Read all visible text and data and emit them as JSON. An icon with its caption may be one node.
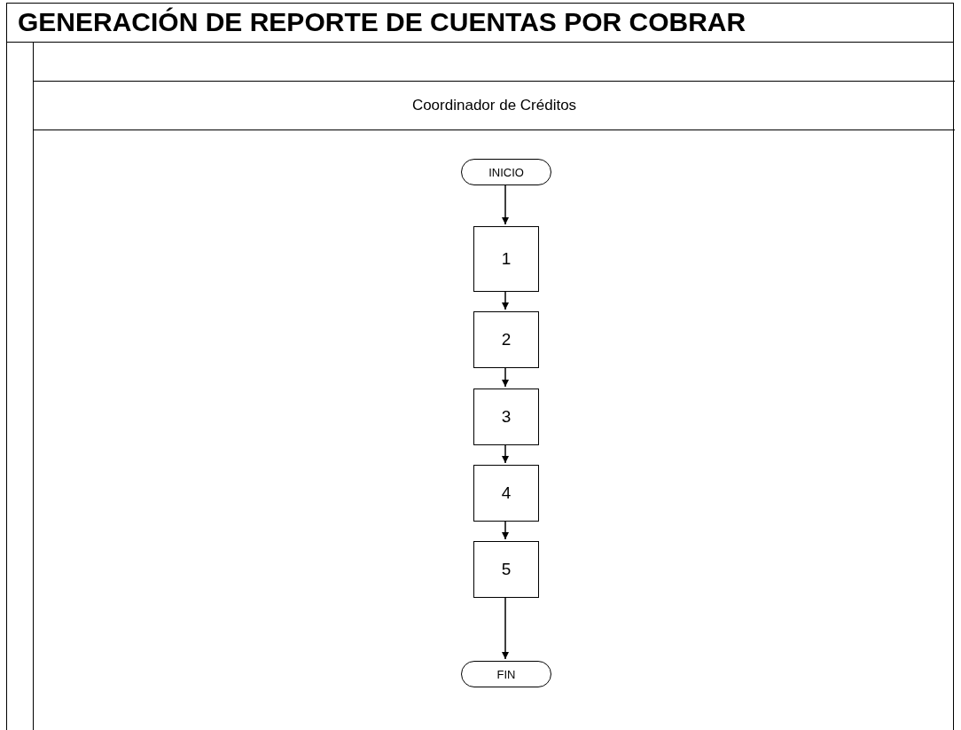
{
  "diagram": {
    "title": "GENERACIÓN DE REPORTE DE CUENTAS POR COBRAR",
    "nodes": [
      {
        "text": [
          "Coordinador de Créditos"
        ]
      },
      {
        "text": [
          "INICIO"
        ],
        "in": 0
      },
      {
        "text": [
          "1"
        ],
        "in": 0
      },
      {
        "text": [
          "2"
        ],
        "in": 0
      },
      {
        "text": [
          "3"
        ],
        "in": 0
      },
      {
        "text": [
          "4"
        ],
        "in": 0
      },
      {
        "text": [
          "5"
        ],
        "in": 0
      },
      {
        "text": [
          "FIN"
        ],
        "in": 0
      }
    ],
    "edges": [
      {
        "from": 1,
        "to": 2,
        "arrow": "to"
      },
      {
        "from": 2,
        "to": 3,
        "arrow": "to"
      },
      {
        "from": 3,
        "to": 4,
        "arrow": "to"
      },
      {
        "from": 4,
        "to": 5,
        "arrow": "to"
      },
      {
        "from": 5,
        "to": 6,
        "arrow": "to"
      },
      {
        "from": 6,
        "to": 7,
        "arrow": "to"
      }
    ]
  }
}
